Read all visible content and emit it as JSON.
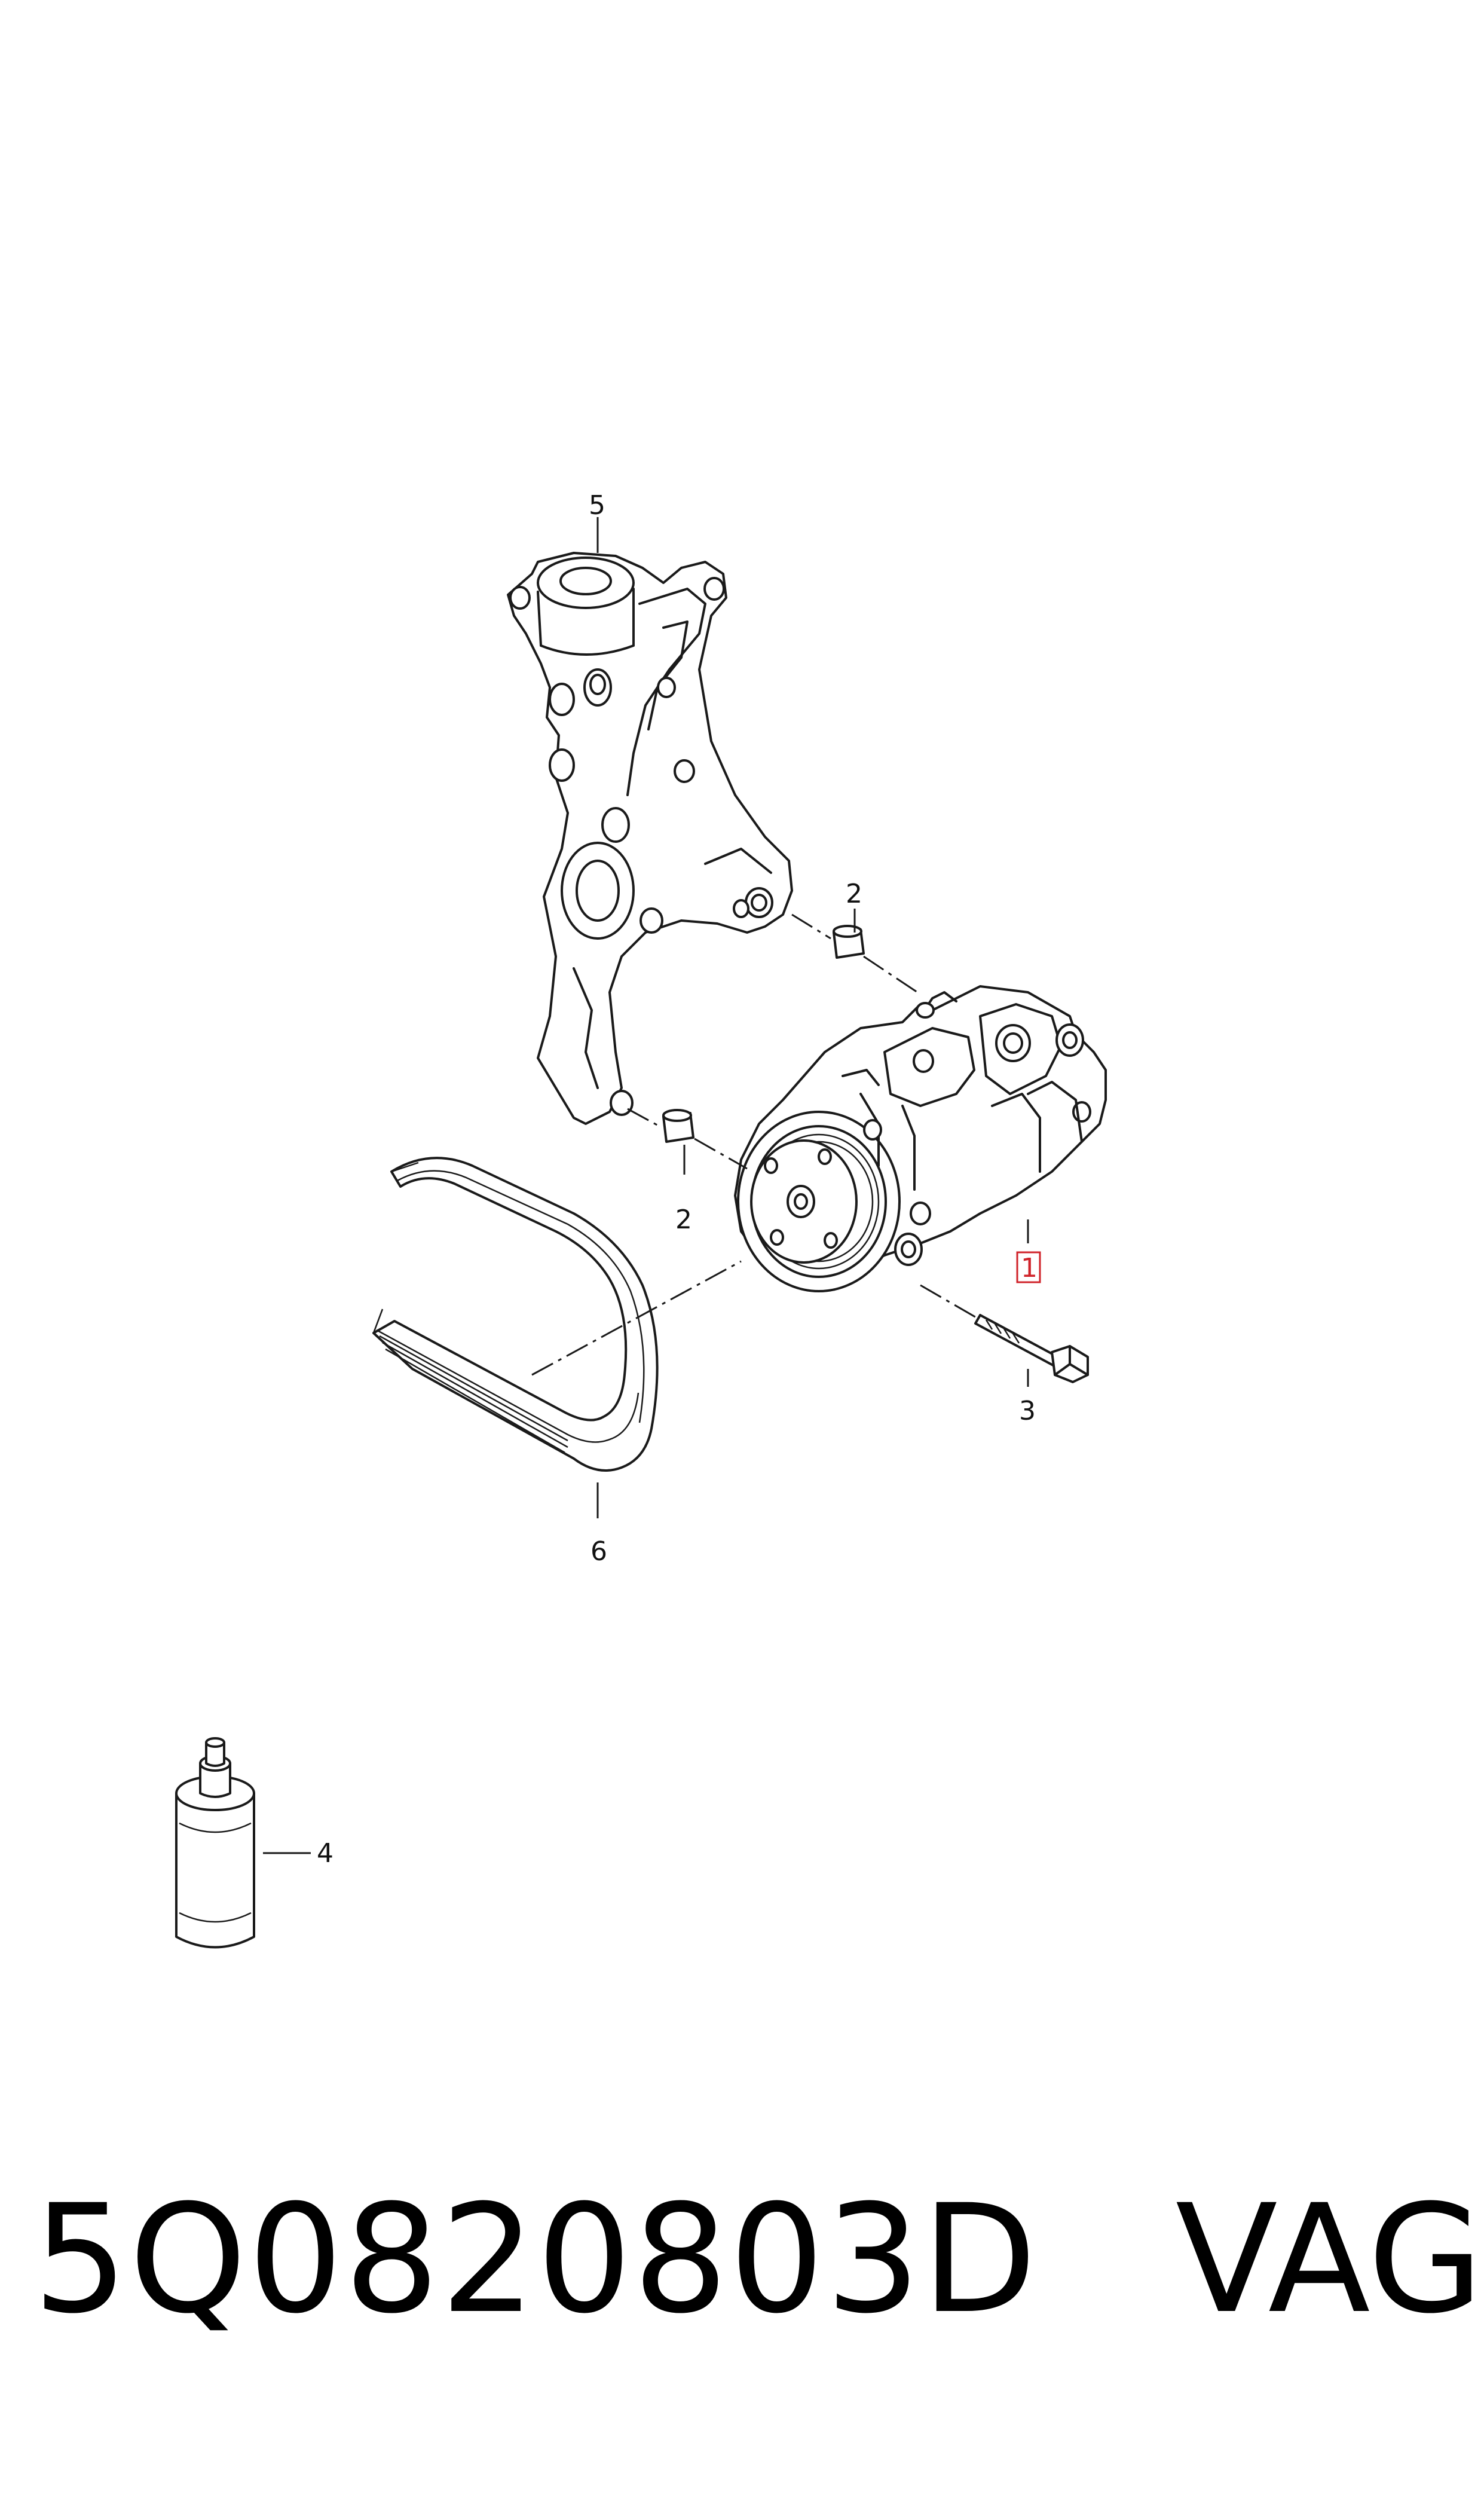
{
  "callouts": {
    "c1": "1",
    "c2a": "2",
    "c2b": "2",
    "c3": "3",
    "c4": "4",
    "c5": "5",
    "c6": "6"
  },
  "footer": {
    "part_number": "5Q0820803D",
    "brand": "VAG"
  },
  "colors": {
    "line": "#1a1a1a",
    "highlight": "#d0232a",
    "background": "#ffffff"
  }
}
